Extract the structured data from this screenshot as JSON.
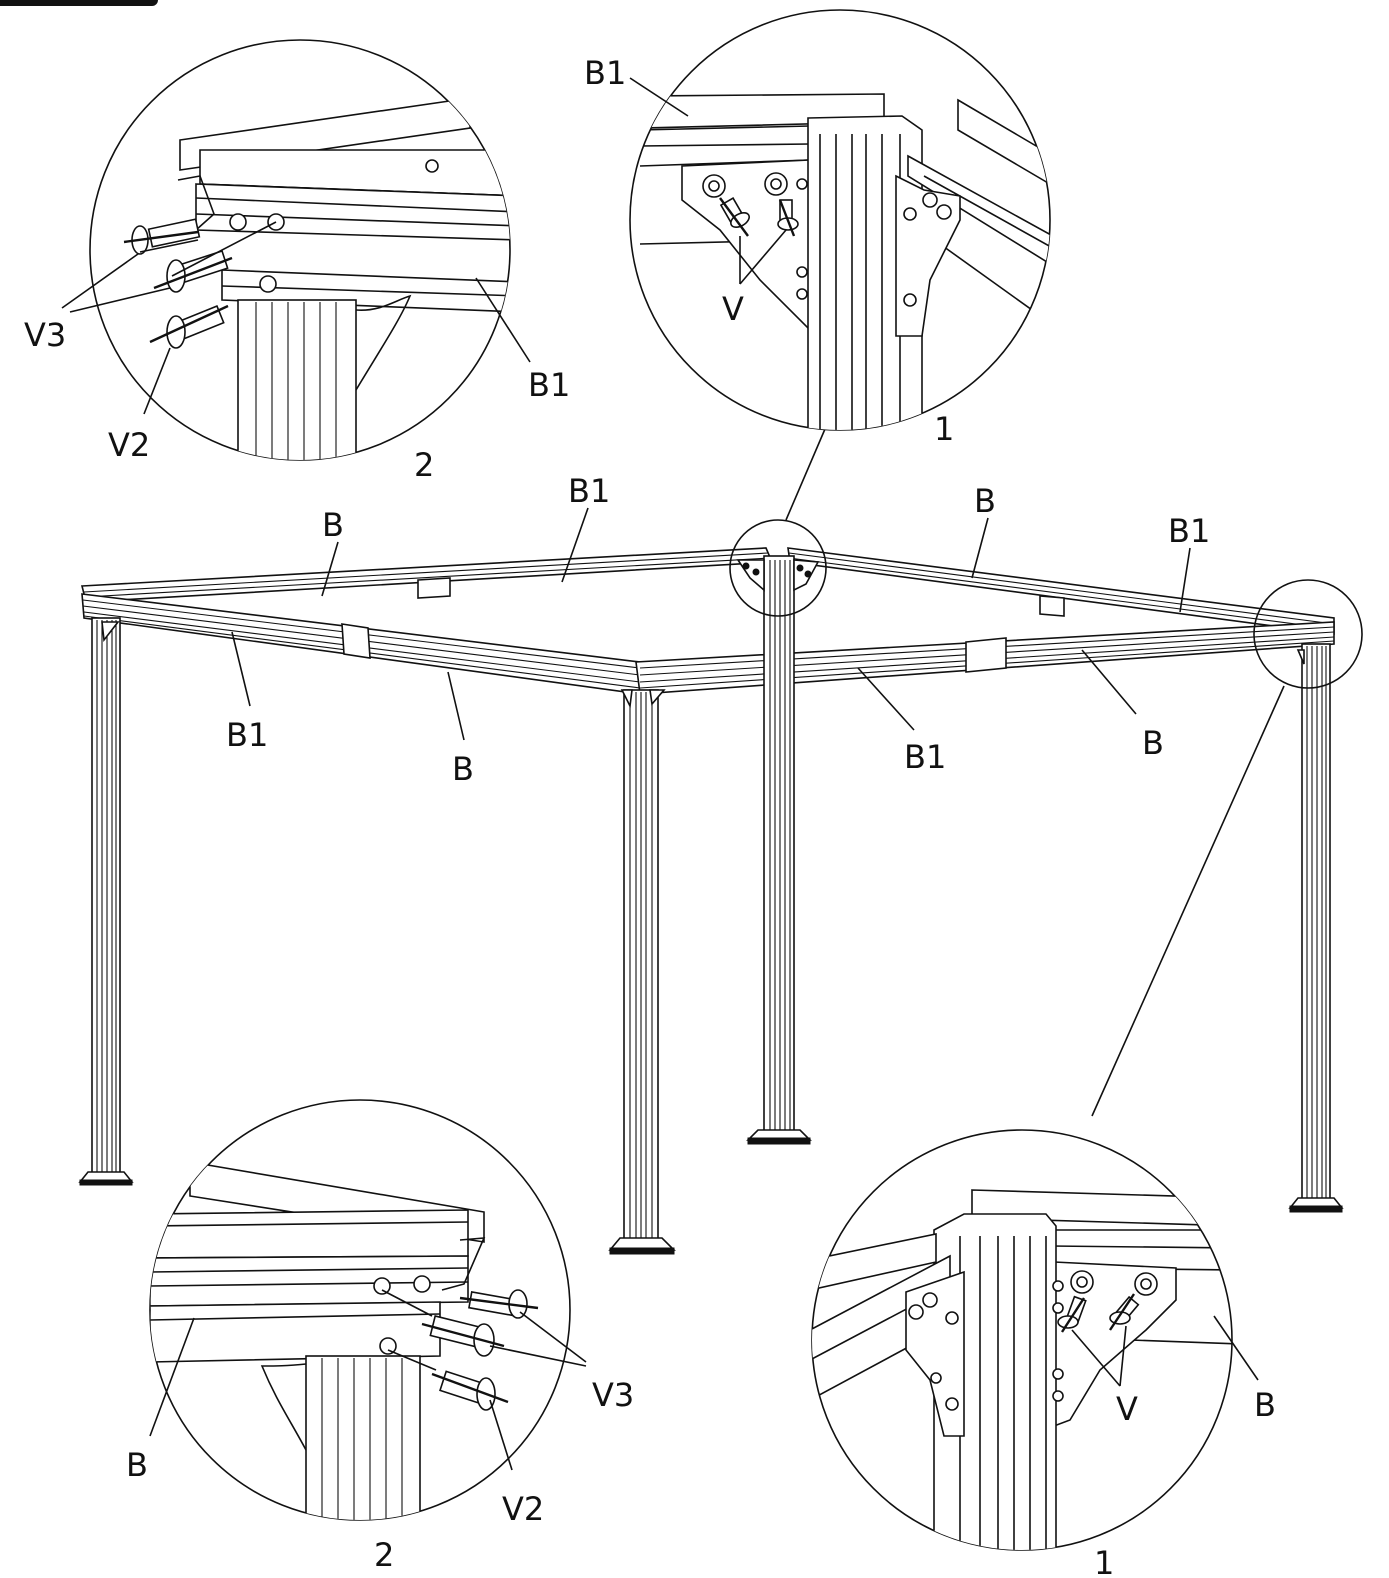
{
  "labels": {
    "main": {
      "b_back_left": "B",
      "b1_back": "B1",
      "b_back_right": "B",
      "b1_right_back": "B1",
      "b1_front_left": "B1",
      "b_front_left": "B",
      "b1_front_right": "B1",
      "b_front_right": "B"
    },
    "detail_top_left": {
      "b1": "B1",
      "v3": "V3",
      "v2": "V2",
      "number": "2"
    },
    "detail_top_right": {
      "b1": "B1",
      "v": "V",
      "number": "1"
    },
    "detail_bottom_left": {
      "b": "B",
      "v3": "V3",
      "v2": "V2",
      "number": "2"
    },
    "detail_bottom_right": {
      "b": "B",
      "v": "V",
      "number": "1"
    }
  }
}
